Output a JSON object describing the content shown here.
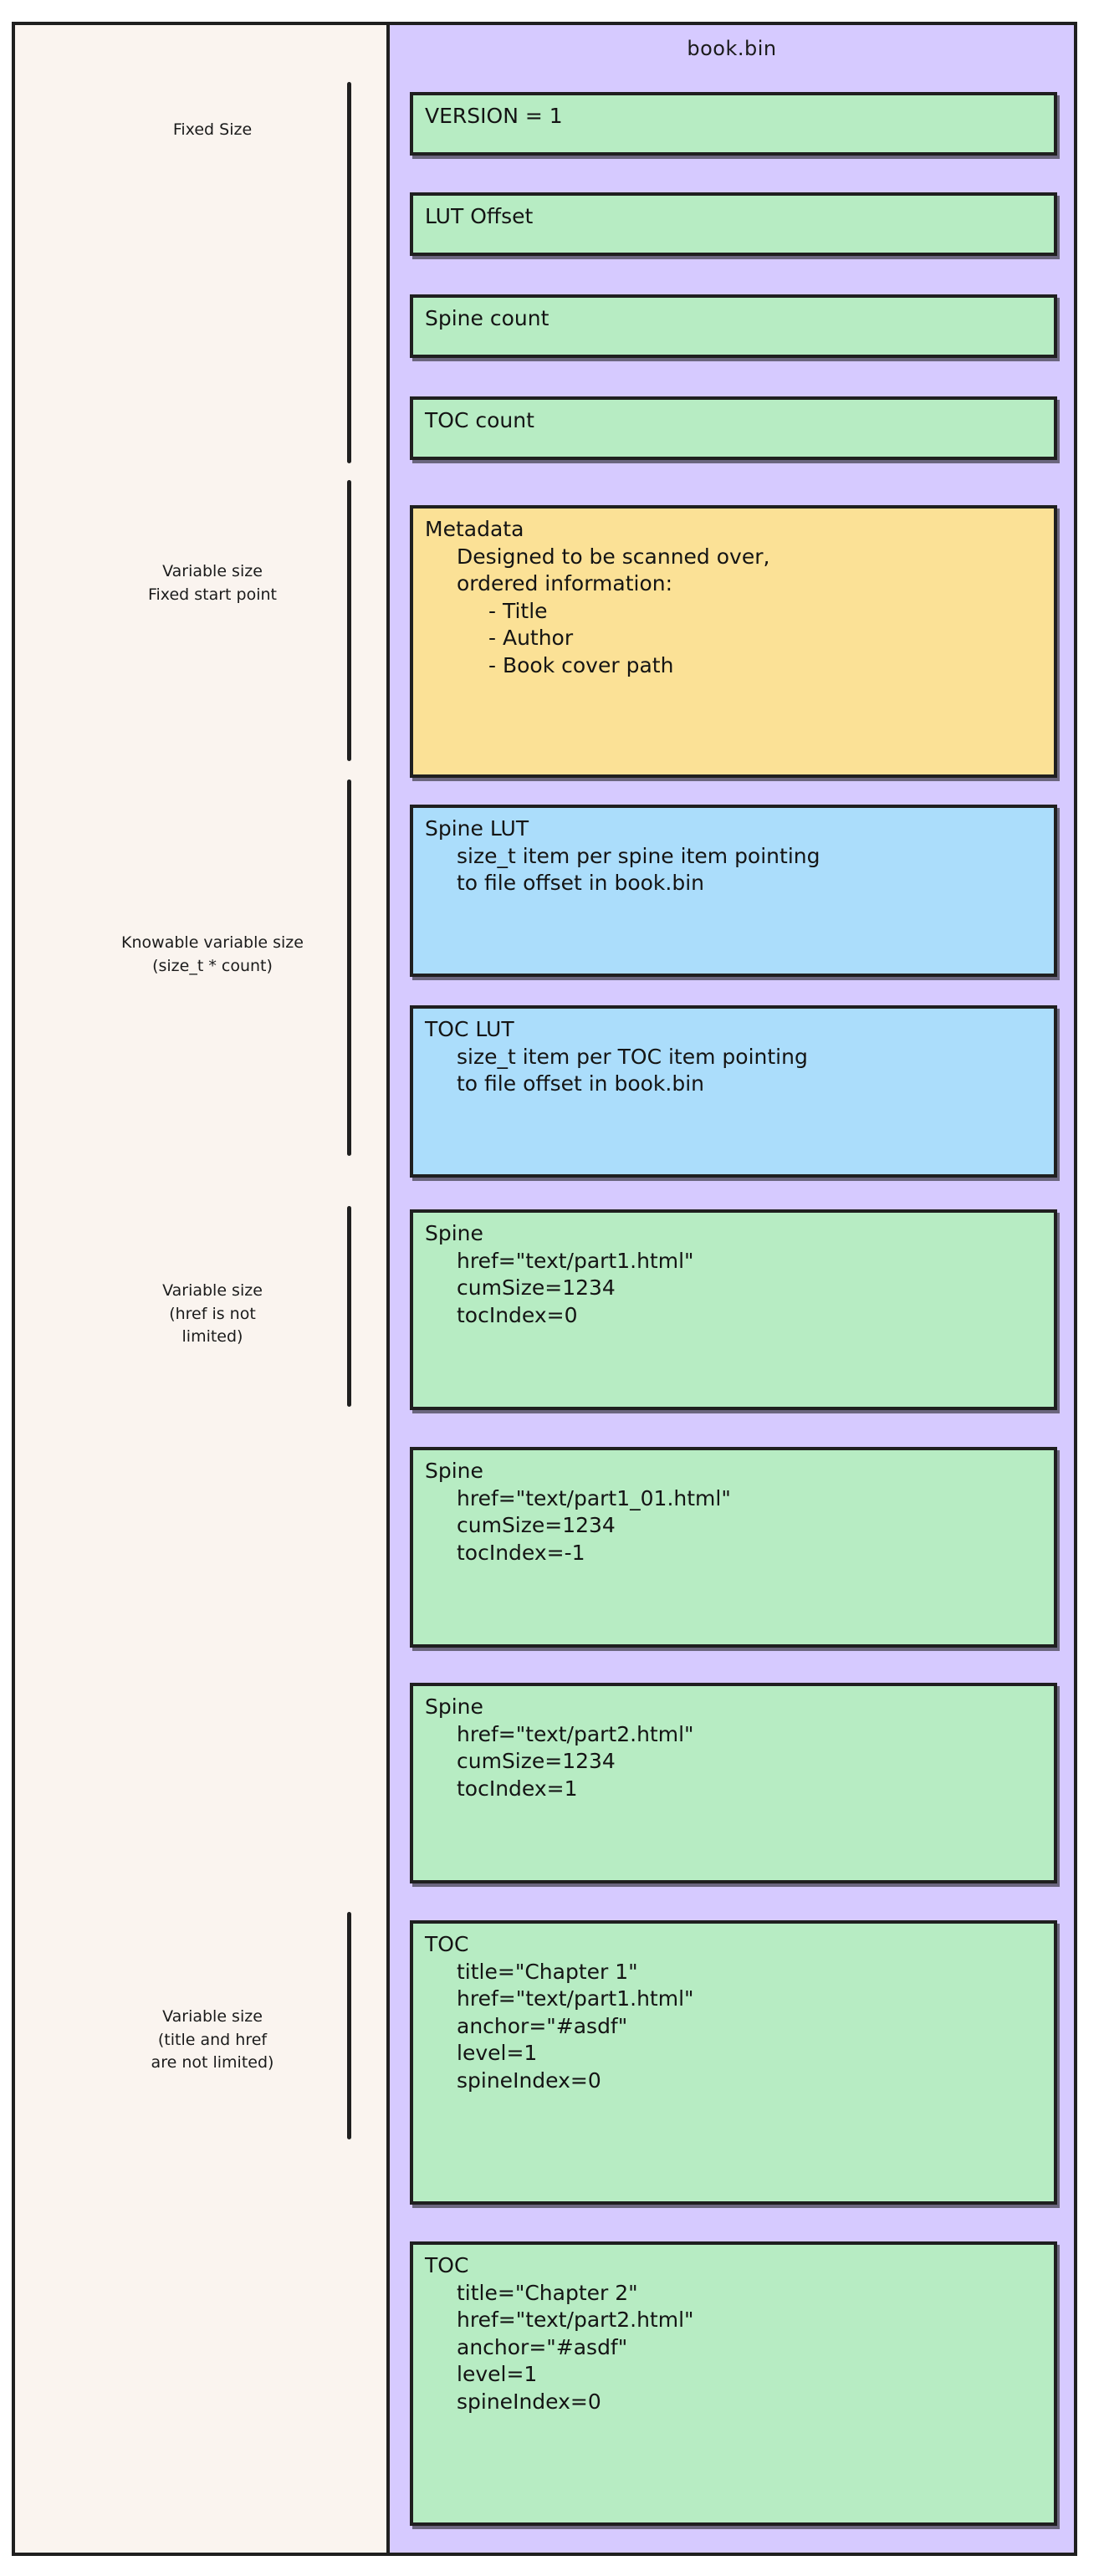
{
  "file": {
    "title": "book.bin"
  },
  "annotations": [
    {
      "id": "fixed-size",
      "text": "Fixed Size"
    },
    {
      "id": "variable-fixed-start",
      "text": "Variable size\nFixed start point"
    },
    {
      "id": "knowable-variable",
      "text": "Knowable variable size\n(size_t * count)"
    },
    {
      "id": "variable-href",
      "text": "Variable size\n(href is not\nlimited)"
    },
    {
      "id": "variable-title-href",
      "text": "Variable size\n(title and href\nare not limited)"
    }
  ],
  "blocks": [
    {
      "id": "version",
      "color": "green",
      "header": "VERSION = 1",
      "lines": [],
      "bullets": []
    },
    {
      "id": "lut-offset",
      "color": "green",
      "header": "LUT Offset",
      "lines": [],
      "bullets": []
    },
    {
      "id": "spine-count",
      "color": "green",
      "header": "Spine count",
      "lines": [],
      "bullets": []
    },
    {
      "id": "toc-count",
      "color": "green",
      "header": "TOC count",
      "lines": [],
      "bullets": []
    },
    {
      "id": "metadata",
      "color": "yellow",
      "header": "Metadata",
      "lines": [
        "Designed to be scanned over,",
        "ordered information:"
      ],
      "bullets": [
        "- Title",
        "- Author",
        "- Book cover path"
      ]
    },
    {
      "id": "spine-lut",
      "color": "blue",
      "header": "Spine LUT",
      "lines": [
        "size_t item per spine item pointing",
        "to file offset in book.bin"
      ],
      "bullets": []
    },
    {
      "id": "toc-lut",
      "color": "blue",
      "header": "TOC LUT",
      "lines": [
        "size_t item per TOC item pointing",
        "to file offset in book.bin"
      ],
      "bullets": []
    },
    {
      "id": "spine-1",
      "color": "green",
      "header": "Spine",
      "lines": [
        "href=\"text/part1.html\"",
        "cumSize=1234",
        "tocIndex=0"
      ],
      "bullets": []
    },
    {
      "id": "spine-2",
      "color": "green",
      "header": "Spine",
      "lines": [
        "href=\"text/part1_01.html\"",
        "cumSize=1234",
        "tocIndex=-1"
      ],
      "bullets": []
    },
    {
      "id": "spine-3",
      "color": "green",
      "header": "Spine",
      "lines": [
        "href=\"text/part2.html\"",
        "cumSize=1234",
        "tocIndex=1"
      ],
      "bullets": []
    },
    {
      "id": "toc-1",
      "color": "green",
      "header": "TOC",
      "lines": [
        "title=\"Chapter 1\"",
        "href=\"text/part1.html\"",
        "anchor=\"#asdf\"",
        "level=1",
        "spineIndex=0"
      ],
      "bullets": []
    },
    {
      "id": "toc-2",
      "color": "green",
      "header": "TOC",
      "lines": [
        "title=\"Chapter 2\"",
        "href=\"text/part2.html\"",
        "anchor=\"#asdf\"",
        "level=1",
        "spineIndex=0"
      ],
      "bullets": []
    }
  ],
  "colors": {
    "page_background": "#ffffff",
    "left_panel": "#faf4ef",
    "file_panel": "#d6caff",
    "green_block": "#b7ecc3",
    "yellow_block": "#fbe196",
    "blue_block": "#abddfb",
    "stroke": "#1f1f1f"
  }
}
